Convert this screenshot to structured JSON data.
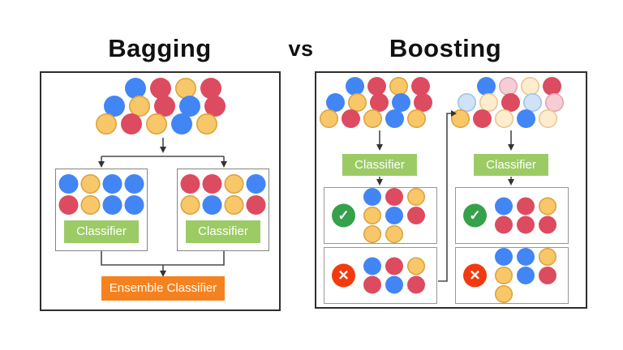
{
  "title": {
    "left": "Bagging",
    "separator": "vs",
    "right": "Boosting"
  },
  "palette": {
    "blue": {
      "fill": "#4285F4"
    },
    "red": {
      "fill": "#DC4B5F"
    },
    "yellow": {
      "fill": "#F8C76A",
      "border": "#DCA23E"
    },
    "light_blue": {
      "fill": "#CFE2F8",
      "border": "#9FC2E8"
    },
    "light_pink": {
      "fill": "#F6CCD5",
      "border": "#DFA3AF"
    },
    "light_yellow": {
      "fill": "#FDEDCE",
      "border": "#E5C58D"
    }
  },
  "colors": {
    "classifier_bg": "#9CCB65",
    "ensemble_bg": "#F5821E",
    "check_bg": "#35A14B",
    "x_bg": "#F23A10",
    "panel_border": "#2E2E2E",
    "connector_line": "#4A4A4A"
  },
  "bagging": {
    "pool": [
      [
        "blue",
        "red",
        "yellow",
        "red"
      ],
      [
        "blue",
        "yellow",
        "red",
        "blue",
        "red"
      ],
      [
        "yellow",
        "red",
        "yellow",
        "blue",
        "yellow"
      ]
    ],
    "branches": [
      {
        "dots": [
          [
            "blue",
            "yellow",
            "blue",
            "blue"
          ],
          [
            "red",
            "yellow",
            "blue",
            "blue"
          ]
        ],
        "classifier_label": "Classifier"
      },
      {
        "dots": [
          [
            "red",
            "red",
            "yellow",
            "blue"
          ],
          [
            "yellow",
            "blue",
            "yellow",
            "red"
          ]
        ],
        "classifier_label": "Classifier"
      }
    ],
    "ensemble_label": "Ensemble Classifier"
  },
  "boosting": {
    "icons": {
      "correct": "✓",
      "incorrect": "✕"
    },
    "stages": [
      {
        "pool": [
          [
            "blue",
            "red",
            "yellow",
            "red"
          ],
          [
            "blue",
            "yellow",
            "red",
            "blue",
            "red"
          ],
          [
            "yellow",
            "red",
            "yellow",
            "blue",
            "yellow"
          ]
        ],
        "classifier_label": "Classifier",
        "correct_dots": [
          [
            "blue",
            "red",
            "yellow"
          ],
          [
            "yellow",
            "blue",
            "red"
          ],
          [
            "yellow",
            "yellow"
          ]
        ],
        "incorrect_dots": [
          [
            "blue",
            "red",
            "yellow"
          ],
          [
            "red",
            "blue",
            "red"
          ]
        ]
      },
      {
        "pool": [
          [
            "blue",
            "light_pink",
            "light_yellow",
            "red"
          ],
          [
            "light_blue",
            "light_yellow",
            "red",
            "light_blue",
            "light_pink"
          ],
          [
            "yellow",
            "red",
            "light_yellow",
            "blue",
            "light_yellow"
          ]
        ],
        "classifier_label": "Classifier",
        "correct_dots": [
          [
            "blue",
            "red",
            "yellow"
          ],
          [
            "red",
            "red",
            "red"
          ]
        ],
        "incorrect_dots": [
          [
            "blue",
            "blue",
            "yellow"
          ],
          [
            "yellow",
            "blue",
            "red"
          ],
          [
            "yellow"
          ]
        ]
      }
    ]
  }
}
